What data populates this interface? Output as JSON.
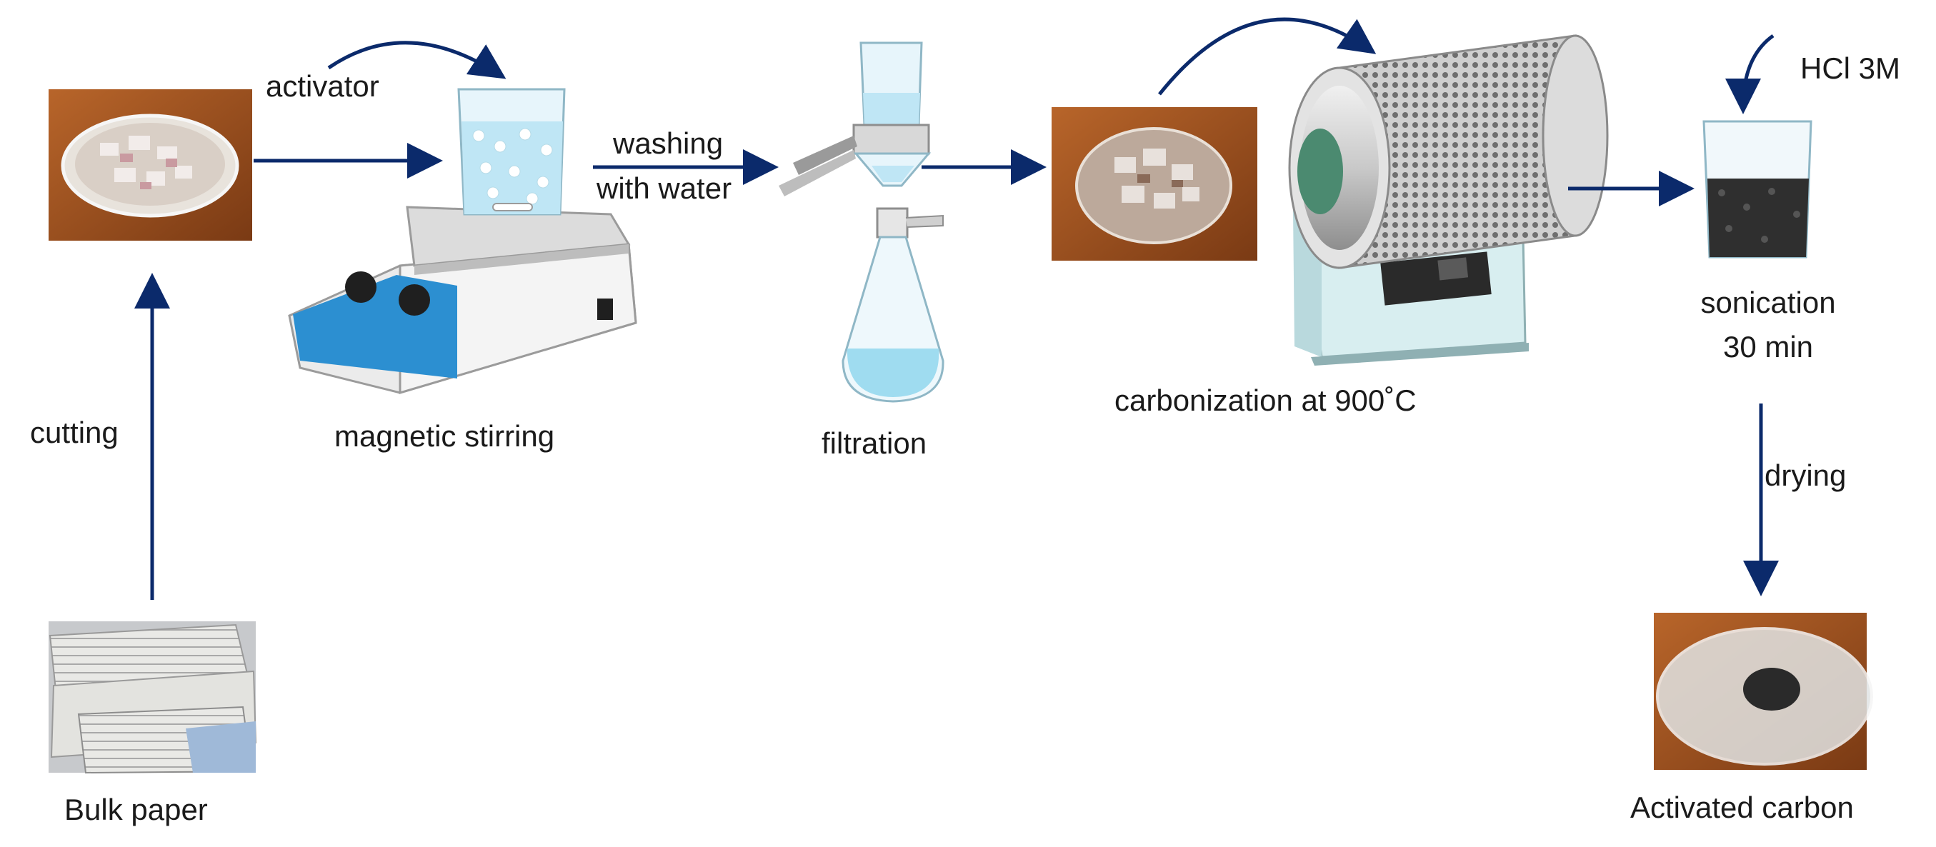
{
  "labels": {
    "activator": "activator",
    "washing": "washing",
    "with_water": "with water",
    "hcl": "HCl  3M",
    "cutting": "cutting",
    "magnetic_stirring": "magnetic stirring",
    "filtration": "filtration",
    "carbonization": "carbonization at 900˚C",
    "sonication": "sonication",
    "sonication_time": "30 min",
    "drying": "drying",
    "bulk_paper": "Bulk paper",
    "activated_carbon": "Activated carbon"
  },
  "colors": {
    "arrow": "#0b2a6b",
    "wood": "#a0551f",
    "water": "#bfe6f5",
    "stirrer_blue": "#2c8fd1",
    "furnace_body": "#d8eef0",
    "carbon": "#2a2a2a"
  }
}
